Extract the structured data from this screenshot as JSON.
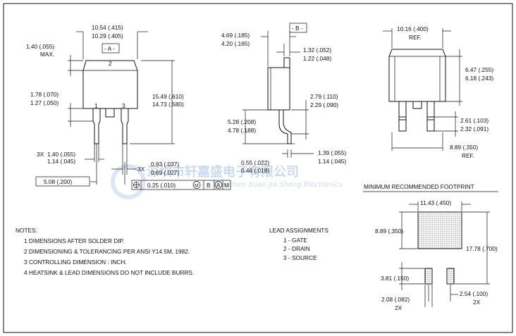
{
  "front_view": {
    "width_max": "10.54 (.415)",
    "width_min": "10.29 (.405)",
    "datum_a": "- A -",
    "thickness_max": "1.40 (.055)",
    "thickness_note": "MAX.",
    "pin_2": "2",
    "pin_1": "1",
    "pin_3": "3",
    "height_max": "15.49 (.610)",
    "height_min": "14.73 (.580)",
    "tab_max": "1.78 (.070)",
    "tab_min": "1.27 (.050)",
    "lead_count": "3X",
    "lead_w_max": "1.40 (.055)",
    "lead_w_min": "1.14 (.045)",
    "lead_count2": "3X",
    "lead_t_max": "0.93 (.037)",
    "lead_t_min": "0.69 (.027)",
    "pitch": "5.08 (.200)",
    "tolerance": "0.25 (.010)",
    "tol_m1": "M",
    "tol_b": "B",
    "tol_a": "A",
    "tol_m2": "M"
  },
  "side_view": {
    "body_max": "4.69 (.185)",
    "body_min": "4.20 (.165)",
    "datum_b": "- B -",
    "tab_max": "1.32 (.052)",
    "tab_min": "1.22 (.048)",
    "lead_max": "2.79 (.110)",
    "lead_min": "2.29 (.090)",
    "foot_max": "5.28 (.208)",
    "foot_min": "4.78 (.188)",
    "foot2_max": "1.39 (.055)",
    "foot2_min": "1.14 (.045)",
    "std_max": "0.55 (.022)",
    "std_min": "0.46 (.018)"
  },
  "top_view": {
    "width": "10.16 (.400)",
    "width_note": "REF.",
    "height_max": "6.47 (.255)",
    "height_min": "6.18 (.243)",
    "lead_max": "2.61 (.103)",
    "lead_min": "2.32 (.091)",
    "overall": "8.89 (.350)",
    "overall_note": "REF."
  },
  "footprint": {
    "title": "MINIMUM RECOMMENDED FOOTPRINT",
    "pad_w": "11.43 (.450)",
    "pad_h": "8.89 (.350)",
    "total_h": "17.78 (.700)",
    "small_h": "3.81 (.150)",
    "pitch": "2.54 (.100)",
    "pitch_count": "2X",
    "small_w": "2.08 (.082)",
    "small_w_count": "2X"
  },
  "notes": {
    "title": "NOTES:",
    "items": [
      "1  DIMENSIONS AFTER SOLDER DIP.",
      "2  DIMENSIONING & TOLERANCING PER ANSI Y14.5M, 1982.",
      "3  CONTROLLING DIMENSION : INCH.",
      "4  HEATSINK & LEAD DIMENSIONS DO NOT INCLUDE BURRS."
    ]
  },
  "leads": {
    "title": "LEAD ASSIGNMENTS",
    "items": [
      "1 - GATE",
      "2 - DRAIN",
      "3 - SOURCE"
    ]
  },
  "watermark": {
    "cn": "深圳市轩嘉盛电子有限公司",
    "en": "Shenzhen Xuan Jia Sheng Electronics"
  }
}
